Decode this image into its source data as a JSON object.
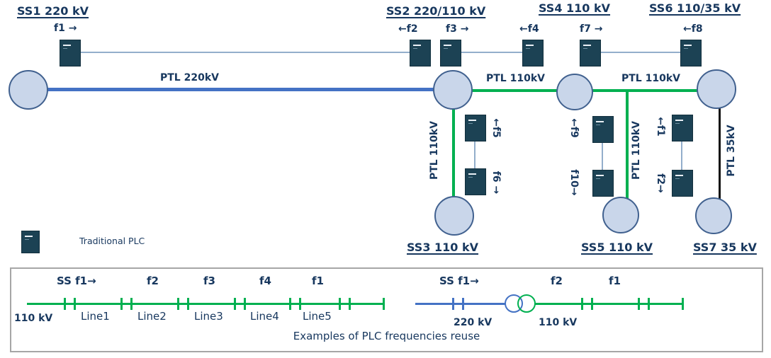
{
  "colors": {
    "navy_text": "#17375E",
    "green_line": "#00B050",
    "blue_line": "#4472C4",
    "black_line": "#111111",
    "bus_fill": "#C9D6EA",
    "bus_stroke": "#41618F",
    "plc_box": "#1C4254"
  },
  "network": {
    "substations": {
      "ss1": "SS1 220 kV",
      "ss2": "SS2 220/110 kV",
      "ss3": "SS3 110 kV",
      "ss4": "SS4 110 kV",
      "ss5": "SS5 110 kV",
      "ss6": "SS6 110/35 kV",
      "ss7": "SS7 35 kV"
    },
    "frequencies": {
      "f1": "f1 →",
      "f2": "←f2",
      "f3": "f3 →",
      "f4": "←f4",
      "f5": "←f5",
      "f6": "f6 →",
      "f7": "f7 →",
      "f8": "←f8",
      "f9": "←f9",
      "f10": "f10→",
      "f1_reused": "←f1",
      "f2_reused": "f2→"
    },
    "lines": {
      "ptl_220": "PTL 220kV",
      "ptl_110_ss2_ss4": "PTL 110kV",
      "ptl_110_ss4_ss6": "PTL 110kV",
      "ptl_110_ss2_ss3": "PTL 110kV",
      "ptl_110_ss4_ss5": "PTL 110kV",
      "ptl_35_ss6_ss7": "PTL 35kV"
    }
  },
  "legend": {
    "traditional_plc": "Traditional PLC"
  },
  "examples": {
    "caption": "Examples of PLC frequencies reuse",
    "left": {
      "voltage": "110 kV",
      "ss_freq": "SS f1→",
      "freq_labels": [
        "f2",
        "f3",
        "f4",
        "f1"
      ],
      "line_labels": [
        "Line1",
        "Line2",
        "Line3",
        "Line4",
        "Line5"
      ]
    },
    "right": {
      "ss_freq": "SS f1→",
      "freq_f2": "f2",
      "freq_f1": "f1",
      "voltage_220": "220 kV",
      "voltage_110": "110 kV"
    }
  }
}
